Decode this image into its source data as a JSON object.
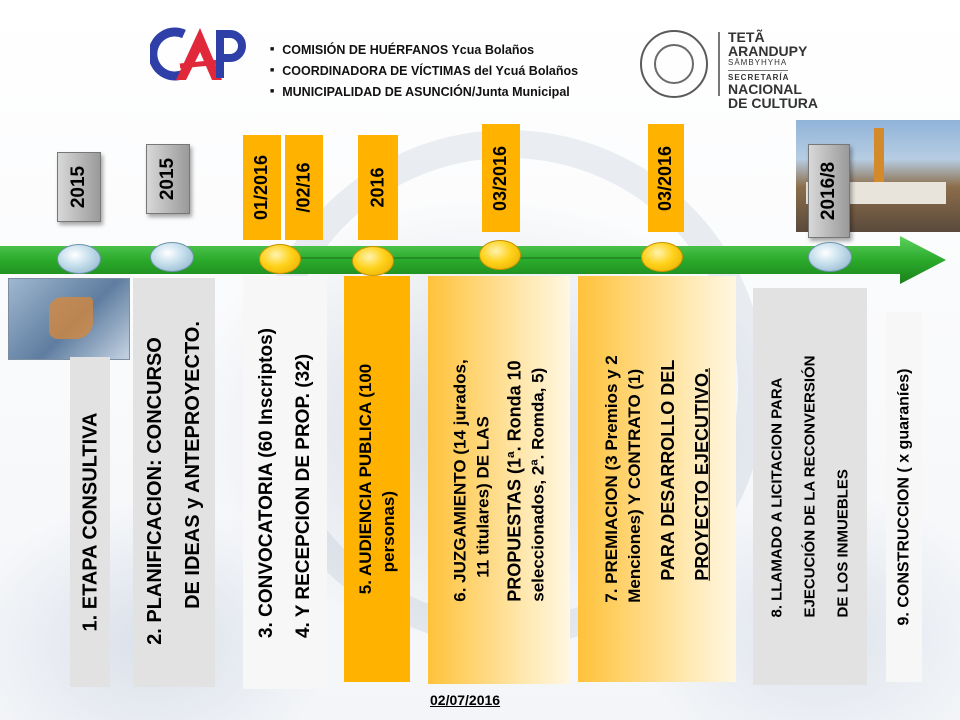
{
  "header": {
    "bullets": [
      "COMISIÓN DE HUÉRFANOS Ycua Bolaños",
      "COORDINADORA DE VÍCTIMAS del Ycuá Bolaños",
      "MUNICIPALIDAD DE ASUNCIÓN/Junta Municipal"
    ],
    "org": {
      "line1": "TETÃ",
      "line2": "ARANDUPY",
      "line3": "SÄMBYHYHA",
      "line4": "SECRETARÍA",
      "line5": "NACIONAL",
      "line6": "DE CULTURA"
    },
    "logo_colors": {
      "c": "#2e3fa8",
      "a": "#e0283a",
      "p": "#2e3fa8"
    }
  },
  "colors": {
    "timeline_green": "#2bab2b",
    "orange": "#ffb300",
    "gray_tag": "#b3b3b3",
    "blue_dot": "#a9c9dc",
    "yellow_dot": "#ffd21a"
  },
  "timeline": {
    "tags": [
      {
        "text": "2015"
      },
      {
        "text": "2015"
      },
      {
        "text": "01/2016"
      },
      {
        "text": "/02/16"
      },
      {
        "text": "2016"
      },
      {
        "text": "03/2016"
      },
      {
        "text": "03/2016"
      },
      {
        "text": "2016/8"
      }
    ]
  },
  "steps": [
    {
      "lines": [
        "1.  ETAPA CONSULTIVA"
      ]
    },
    {
      "lines": [
        "2.  PLANIFICACION:  CONCURSO",
        "DE IDEAS y ANTEPROYECTO."
      ]
    },
    {
      "lines": [
        "3.  CONVOCATORIA (60 Inscriptos)",
        "4.  Y RECEPCION  DE PROP. (32)"
      ]
    },
    {
      "lines": [
        "5.  AUDIENCIA PUBLICA (100",
        "personas)"
      ]
    },
    {
      "lines": [
        "6.  JUZGAMIENTO (14 jurados,",
        "11 titulares) DE LAS",
        "PROPUESTAS (1ª. Ronda 10",
        "seleccionados, 2ª. Romda, 5)"
      ]
    },
    {
      "lines": [
        "7. PREMIACION (3 Premios y 2",
        "Menciones) Y CONTRATO (1)",
        "PARA DESARROLLO DEL",
        "PROYECTO EJECUTIVO."
      ]
    },
    {
      "lines": [
        "8. LLAMADO A LICITACION PARA",
        "EJECUCIÓN DE LA RECONVERSIÓN",
        "DE LOS INMUEBLES"
      ]
    },
    {
      "lines": [
        "9.  CONSTRUCCION  ( x guaraníes)"
      ]
    }
  ],
  "footer": {
    "date": "02/07/2016"
  }
}
